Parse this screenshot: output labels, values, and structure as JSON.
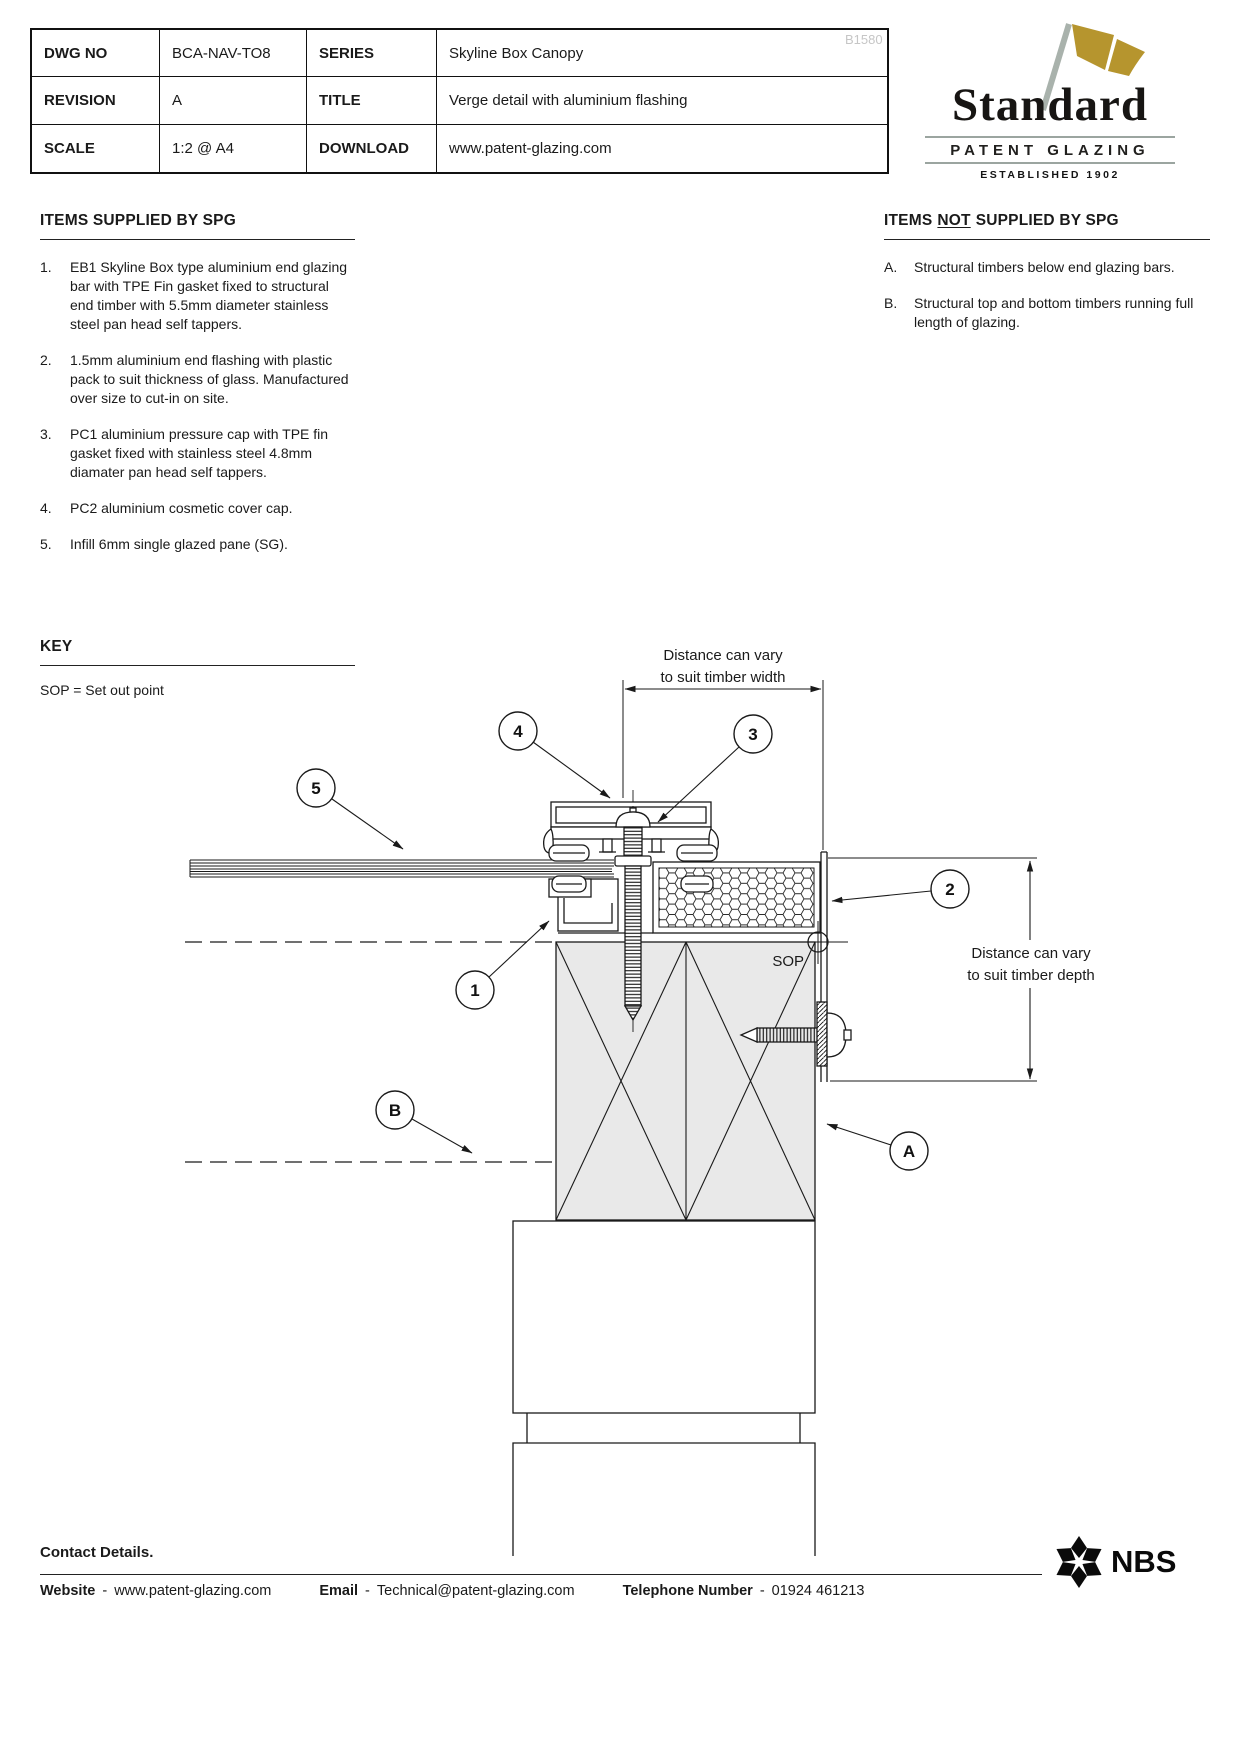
{
  "header": {
    "table": {
      "watermark": "B1580",
      "rows": [
        {
          "c1": "DWG NO",
          "c2": "BCA-NAV-TO8",
          "c3": "SERIES",
          "c4": "Skyline Box Canopy"
        },
        {
          "c1": "REVISION",
          "c2": "A",
          "c3": "TITLE",
          "c4": "Verge detail with aluminium flashing"
        },
        {
          "c1": "SCALE",
          "c2": "1:2 @ A4",
          "c3": "DOWNLOAD",
          "c4": "www.patent-glazing.com"
        }
      ]
    },
    "logo": {
      "name": "Standard",
      "subtitle": "PATENT GLAZING",
      "established": "ESTABLISHED 1902",
      "flag_color": "#b6952e",
      "pole_color": "#a9b2ac"
    }
  },
  "supplied": {
    "title": "ITEMS SUPPLIED BY SPG",
    "items": [
      {
        "num": "1.",
        "text": "EB1 Skyline Box type aluminium end glazing bar with TPE Fin gasket fixed to structural end timber with 5.5mm diameter stainless steel pan head self tappers."
      },
      {
        "num": "2.",
        "text": "1.5mm aluminium end flashing with plastic pack to suit thickness of glass. Manufactured over size to cut-in on site."
      },
      {
        "num": "3.",
        "text": "PC1 aluminium pressure cap with TPE fin gasket fixed with stainless steel 4.8mm diamater pan head self tappers."
      },
      {
        "num": "4.",
        "text": "PC2 aluminium cosmetic cover cap."
      },
      {
        "num": "5.",
        "text": "Infill 6mm single glazed pane (SG)."
      }
    ]
  },
  "not_supplied": {
    "title_prefix": "ITEMS",
    "title_underlined": "NOT",
    "title_suffix": "SUPPLIED BY SPG",
    "items": [
      {
        "num": "A.",
        "text": "Structural timbers below end glazing bars."
      },
      {
        "num": "B.",
        "text": "Structural top and bottom timbers running full length of glazing."
      }
    ]
  },
  "key": {
    "title": "KEY",
    "entry": "SOP = Set out point"
  },
  "drawing": {
    "dim_width_line1": "Distance can vary",
    "dim_width_line2": "to suit timber width",
    "dim_depth_line1": "Distance can vary",
    "dim_depth_line2": "to suit timber depth",
    "sop": "SOP",
    "balloons": {
      "b1": "1",
      "b2": "2",
      "b3": "3",
      "b4": "4",
      "b5": "5",
      "bA": "A",
      "bB": "B"
    }
  },
  "footer": {
    "contact": "Contact Details.",
    "sep": "-",
    "website_label": "Website",
    "website": "www.patent-glazing.com",
    "email_label": "Email",
    "email": "Technical@patent-glazing.com",
    "phone_label": "Telephone Number",
    "phone": "01924 461213",
    "nbs": "NBS"
  }
}
